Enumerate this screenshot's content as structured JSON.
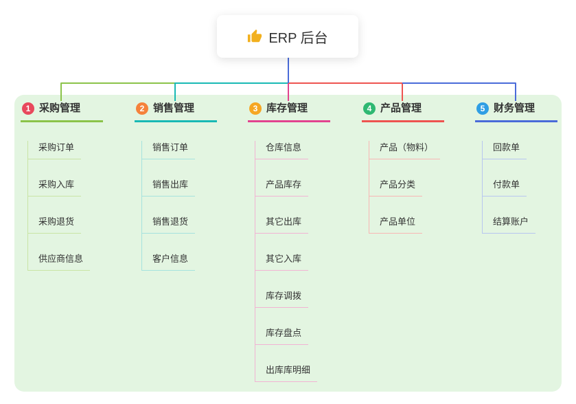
{
  "root": {
    "label": "ERP 后台",
    "icon": "thumbs-up-icon"
  },
  "branches": [
    {
      "badge": "1",
      "title": "采购管理",
      "line_color": "#8bc34a",
      "badge_color": "#e8485c",
      "light_color": "#c9e4a4",
      "children": [
        "采购订单",
        "采购入库",
        "采购退货",
        "供应商信息"
      ]
    },
    {
      "badge": "2",
      "title": "销售管理",
      "line_color": "#19b9b4",
      "badge_color": "#f5823b",
      "light_color": "#a5e2de",
      "children": [
        "销售订单",
        "销售出库",
        "销售退货",
        "客户信息"
      ]
    },
    {
      "badge": "3",
      "title": "库存管理",
      "line_color": "#e2438f",
      "badge_color": "#f6a623",
      "light_color": "#f2b3d3",
      "children": [
        "仓库信息",
        "产品库存",
        "其它出库",
        "其它入库",
        "库存调拨",
        "库存盘点",
        "出库库明细"
      ]
    },
    {
      "badge": "4",
      "title": "产品管理",
      "line_color": "#ee5350",
      "badge_color": "#2eb872",
      "light_color": "#f8b6b4",
      "children": [
        "产品（物料）",
        "产品分类",
        "产品单位"
      ]
    },
    {
      "badge": "5",
      "title": "财务管理",
      "line_color": "#4a6bd9",
      "badge_color": "#2f9ee4",
      "light_color": "#b7c6f0",
      "children": [
        "回款单",
        "付款单",
        "结算账户"
      ]
    }
  ],
  "colors": {
    "canvas_bg": "#e3f5e1",
    "root_bg": "#ffffff",
    "root_connector": "#4a6bd9",
    "text": "#333333",
    "thumb_icon": "#f2b01e"
  }
}
